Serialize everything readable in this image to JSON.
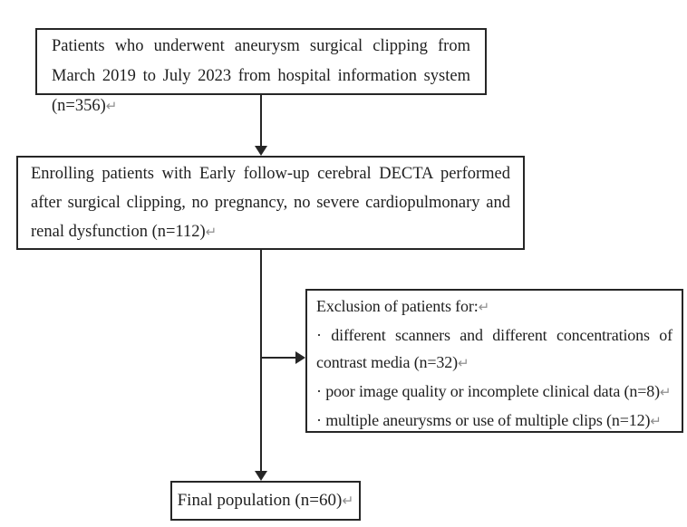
{
  "colors": {
    "ink": "#1f1f1f",
    "box_border": "#262626",
    "background": "#ffffff",
    "return_mark": "#8f8f8f"
  },
  "flowchart": {
    "return_mark": "↵",
    "boxes": {
      "source": {
        "text": "Patients who underwent aneurysm surgical clipping from March 2019 to July 2023 from hospital information system (n=356)",
        "n": 356
      },
      "enrollment": {
        "text": "Enrolling patients with Early follow-up cerebral DECTA performed after surgical clipping, no pregnancy, no severe cardiopulmonary and renal dysfunction (n=112)",
        "n": 112
      },
      "exclusion": {
        "title": "Exclusion of patients for:",
        "items": [
          "· different scanners and different concentrations of contrast media (n=32)",
          "· poor image quality or incomplete clinical data (n=8)",
          "· multiple aneurysms or use of multiple clips (n=12)"
        ],
        "item_n": [
          32,
          8,
          12
        ]
      },
      "final": {
        "text": "Final population (n=60)",
        "n": 60
      }
    }
  }
}
